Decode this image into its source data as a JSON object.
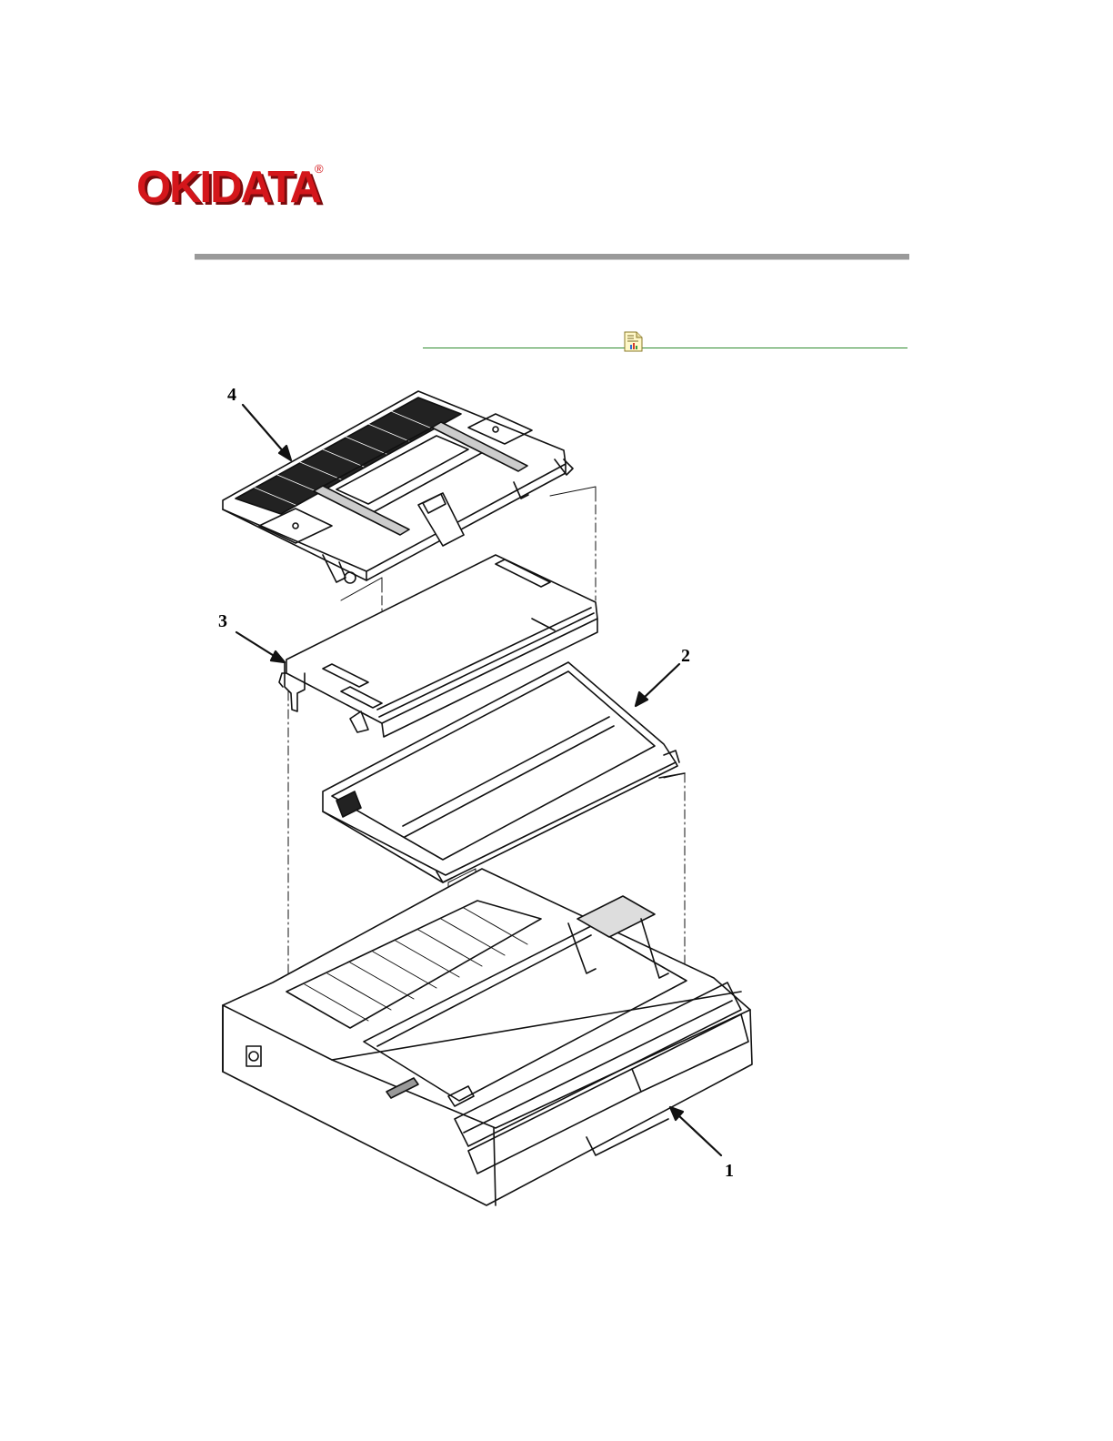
{
  "brand": {
    "name": "OKIDATA",
    "registered_mark": "®",
    "color": "#d4161b"
  },
  "link_icon": "document-chart-icon",
  "diagram": {
    "callouts": [
      {
        "id": "4",
        "label": "4"
      },
      {
        "id": "3",
        "label": "3"
      },
      {
        "id": "2",
        "label": "2"
      },
      {
        "id": "1",
        "label": "1"
      }
    ]
  }
}
